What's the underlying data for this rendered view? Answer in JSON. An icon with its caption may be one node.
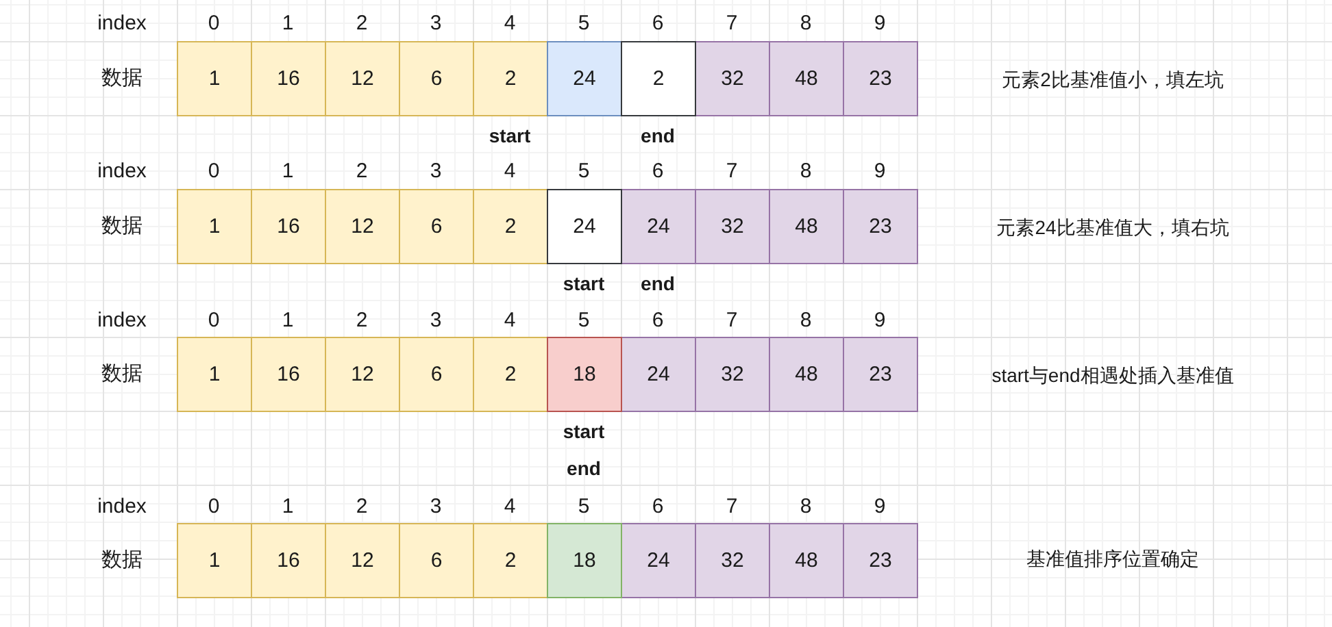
{
  "diagram": {
    "nodes": [
      {
        "text": [
          "1"
        ]
      },
      {
        "text": [
          "16"
        ]
      },
      {
        "text": [
          "12"
        ]
      },
      {
        "text": [
          "6"
        ]
      },
      {
        "text": [
          "2"
        ]
      },
      {
        "text": [
          "24"
        ]
      },
      {
        "text": [
          "2"
        ]
      },
      {
        "text": [
          "32"
        ]
      },
      {
        "text": [
          "48"
        ]
      },
      {
        "text": [
          "23"
        ]
      },
      {
        "text": [
          "1"
        ]
      },
      {
        "text": [
          "16"
        ]
      },
      {
        "text": [
          "12"
        ]
      },
      {
        "text": [
          "6"
        ]
      },
      {
        "text": [
          "2"
        ]
      },
      {
        "text": [
          "24"
        ]
      },
      {
        "text": [
          "24"
        ]
      },
      {
        "text": [
          "32"
        ]
      },
      {
        "text": [
          "48"
        ]
      },
      {
        "text": [
          "23"
        ]
      },
      {
        "text": [
          "1"
        ]
      },
      {
        "text": [
          "16"
        ]
      },
      {
        "text": [
          "12"
        ]
      },
      {
        "text": [
          "6"
        ]
      },
      {
        "text": [
          "2"
        ]
      },
      {
        "text": [
          "18"
        ]
      },
      {
        "text": [
          "24"
        ]
      },
      {
        "text": [
          "32"
        ]
      },
      {
        "text": [
          "48"
        ]
      },
      {
        "text": [
          "23"
        ]
      },
      {
        "text": [
          "1"
        ]
      },
      {
        "text": [
          "16"
        ]
      },
      {
        "text": [
          "12"
        ]
      },
      {
        "text": [
          "6"
        ]
      },
      {
        "text": [
          "2"
        ]
      },
      {
        "text": [
          "18"
        ]
      },
      {
        "text": [
          "24"
        ]
      },
      {
        "text": [
          "32"
        ]
      },
      {
        "text": [
          "48"
        ]
      },
      {
        "text": [
          "23"
        ]
      }
    ],
    "labels": [
      "index",
      "0",
      "1",
      "2",
      "3",
      "4",
      "5",
      "6",
      "7",
      "8",
      "9",
      "数据",
      "元素2比基准值小，填左坑",
      "start",
      "end",
      "index",
      "0",
      "1",
      "2",
      "3",
      "4",
      "5",
      "6",
      "7",
      "8",
      "9",
      "数据",
      "元素24比基准值大，填右坑",
      "start",
      "end",
      "index",
      "0",
      "1",
      "2",
      "3",
      "4",
      "5",
      "6",
      "7",
      "8",
      "9",
      "数据",
      "start与end相遇处插入基准值",
      "start",
      "end",
      "index",
      "0",
      "1",
      "2",
      "3",
      "4",
      "5",
      "6",
      "7",
      "8",
      "9",
      "数据",
      "基准值排序位置确定"
    ]
  }
}
